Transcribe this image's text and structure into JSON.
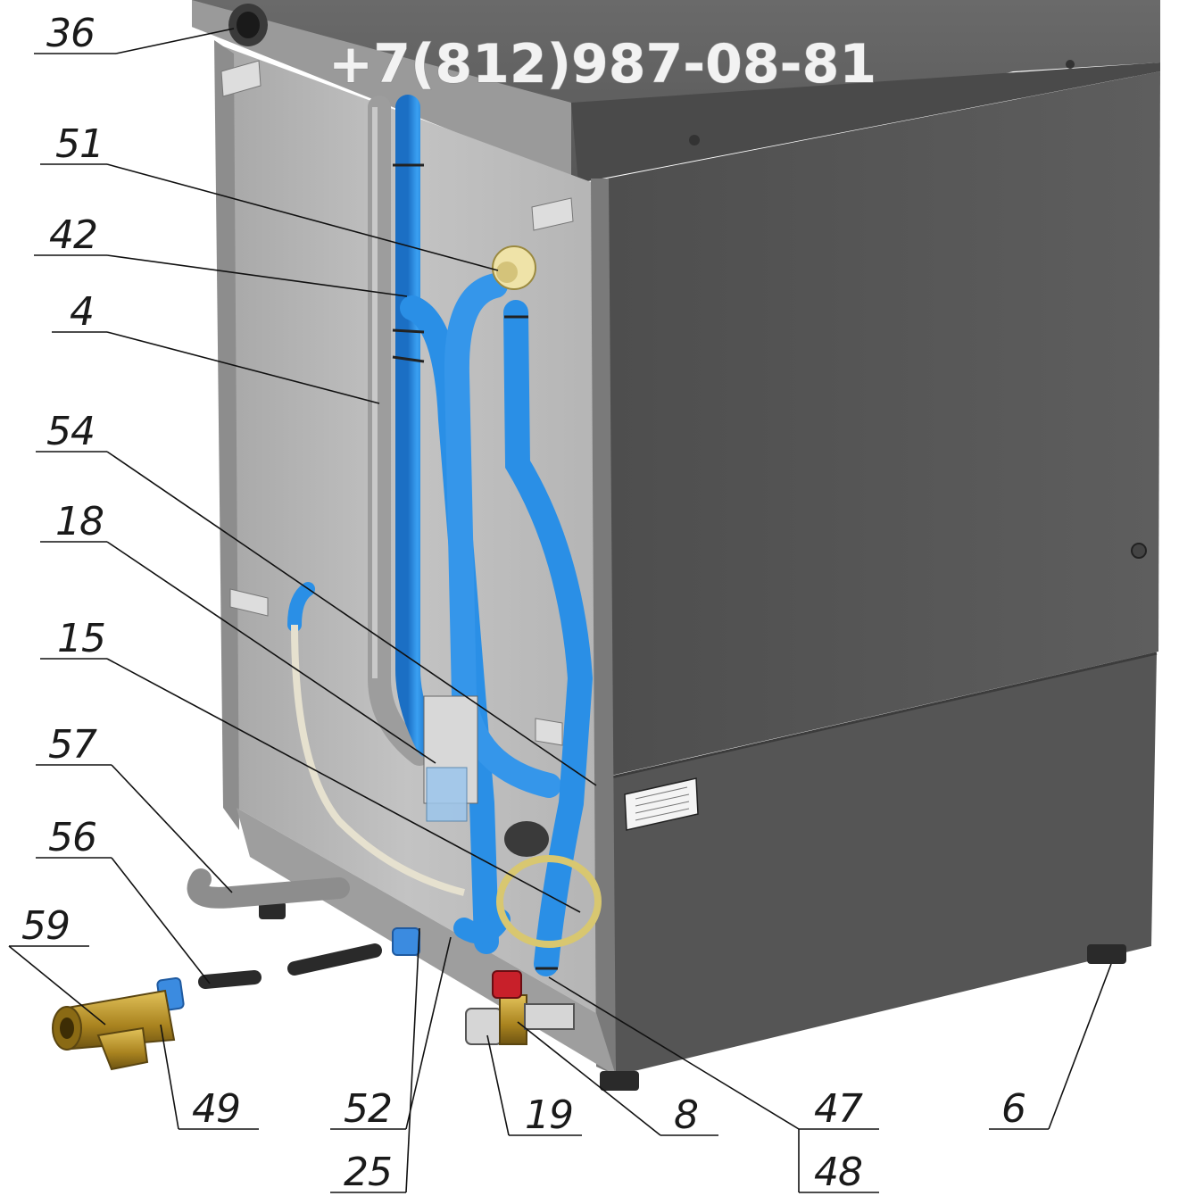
{
  "watermark": {
    "phone": "+7(812)987-08-81"
  },
  "callouts": [
    {
      "id": "36",
      "label": "36"
    },
    {
      "id": "51",
      "label": "51"
    },
    {
      "id": "42",
      "label": "42"
    },
    {
      "id": "4",
      "label": "4"
    },
    {
      "id": "54",
      "label": "54"
    },
    {
      "id": "18",
      "label": "18"
    },
    {
      "id": "15",
      "label": "15"
    },
    {
      "id": "57",
      "label": "57"
    },
    {
      "id": "56",
      "label": "56"
    },
    {
      "id": "59",
      "label": "59"
    },
    {
      "id": "49",
      "label": "49"
    },
    {
      "id": "52",
      "label": "52"
    },
    {
      "id": "25",
      "label": "25"
    },
    {
      "id": "19",
      "label": "19"
    },
    {
      "id": "8",
      "label": "8"
    },
    {
      "id": "47",
      "label": "47"
    },
    {
      "id": "48",
      "label": "48"
    },
    {
      "id": "6",
      "label": "6"
    }
  ],
  "colors": {
    "hose_blue": "#2a8fe6",
    "cabinet_dark": "#5a5a5a",
    "cabinet_light": "#b9b9b9",
    "brass": "#b08a2a",
    "valve_red": "#c8202a"
  }
}
